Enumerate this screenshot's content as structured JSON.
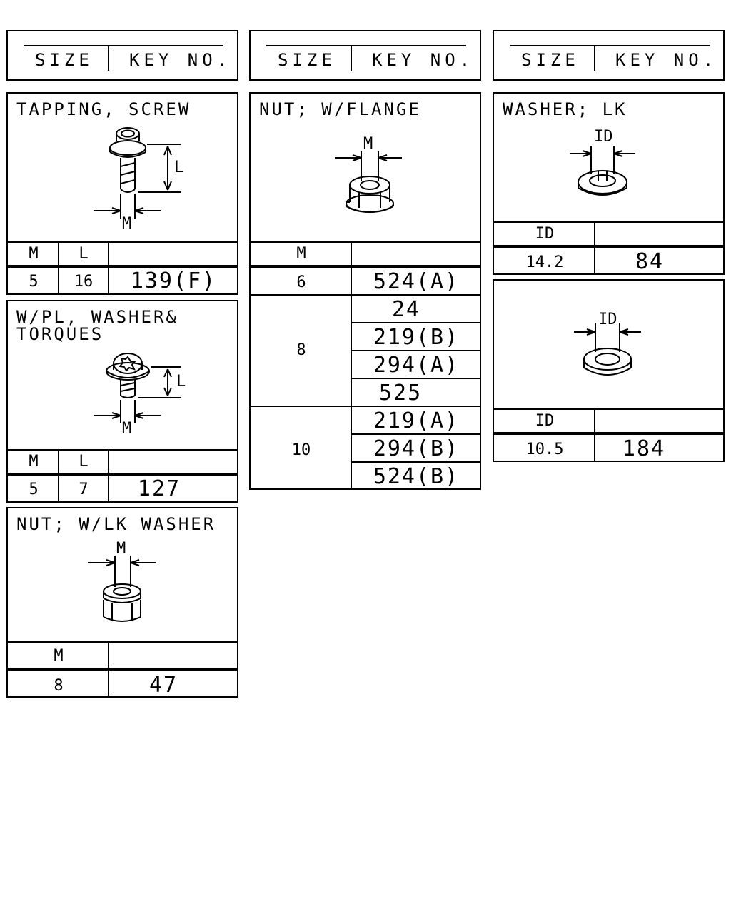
{
  "header": {
    "size_label": "SIZE",
    "key_label": "KEY NO."
  },
  "tapping_screw": {
    "title": "TAPPING, SCREW",
    "dim_l": "L",
    "dim_m": "M",
    "col_m": "M",
    "col_l": "L",
    "rows": [
      {
        "m": "5",
        "l": "16",
        "key": "139(F)"
      }
    ]
  },
  "wpl_washer": {
    "title_line1": "W/PL, WASHER&",
    "title_line2": "TORQUES",
    "dim_l": "L",
    "dim_m": "M",
    "col_m": "M",
    "col_l": "L",
    "rows": [
      {
        "m": "5",
        "l": "7",
        "key": "127"
      }
    ]
  },
  "nut_lk_washer": {
    "title": "NUT; W/LK WASHER",
    "dim_m": "M",
    "col_m": "M",
    "rows": [
      {
        "m": "8",
        "key": "47"
      }
    ]
  },
  "nut_flange": {
    "title": "NUT; W/FLANGE",
    "dim_m": "M",
    "col_m": "M",
    "groups": [
      {
        "m": "6",
        "keys": [
          "524(A)"
        ]
      },
      {
        "m": "8",
        "keys": [
          "24",
          "219(B)",
          "294(A)",
          "525"
        ]
      },
      {
        "m": "10",
        "keys": [
          "219(A)",
          "294(B)",
          "524(B)"
        ]
      }
    ]
  },
  "washer_lk": {
    "title": "WASHER; LK",
    "dim_id": "ID",
    "col_id": "ID",
    "rows": [
      {
        "id": "14.2",
        "key": "84"
      }
    ]
  },
  "washer_plain": {
    "dim_id": "ID",
    "col_id": "ID",
    "rows": [
      {
        "id": "10.5",
        "key": "184"
      }
    ]
  }
}
